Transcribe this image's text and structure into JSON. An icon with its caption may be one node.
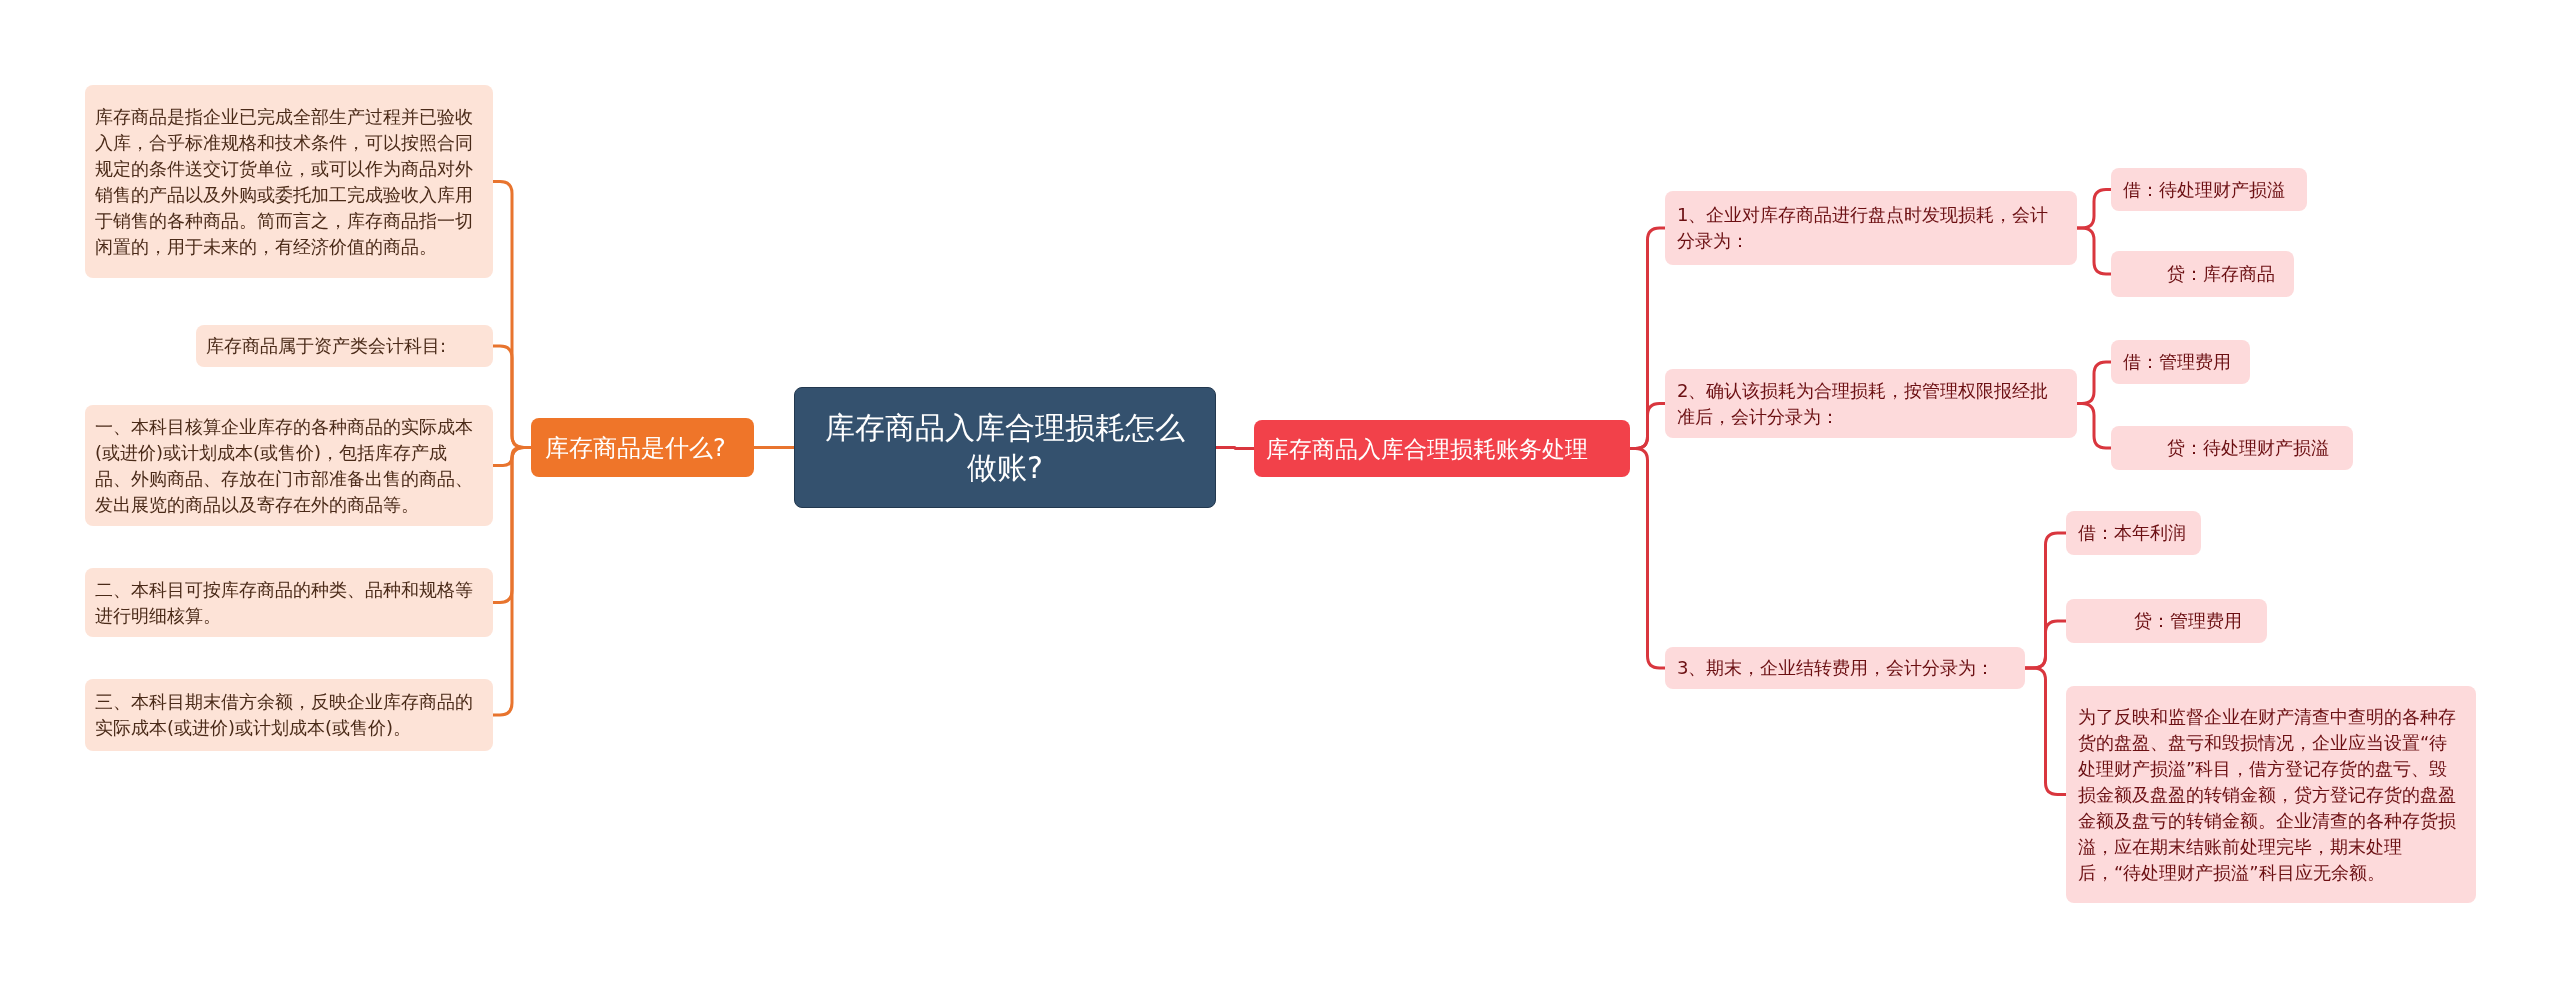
{
  "diagram": {
    "nodes": [
      {
        "text": [
          "库存商品入库合理损耗怎么做账?"
        ]
      },
      {
        "text": [
          "库存商品是什么?"
        ]
      },
      {
        "text": [
          "库存商品是指企业已完成全部生产过程并已验收入库，合乎标准规格和技术条件，可以按照合同规定的条件送交订货单位，或可以作为商品对外销售的产品以及外购或委托加工完成验收入库用于销售的各种商品。简而言之，库存商品指一切闲置的，用于未来的，有经济价值的商品。"
        ]
      },
      {
        "text": [
          "库存商品属于资产类会计科目:"
        ]
      },
      {
        "text": [
          "一、本科目核算企业库存的各种商品的实际成本(或进价)或计划成本(或售价)，包括库存产成品、外购商品、存放在门市部准备出售的商品、发出展览的商品以及寄存在外的商品等。"
        ]
      },
      {
        "text": [
          "二、本科目可按库存商品的种类、品种和规格等进行明细核算。"
        ]
      },
      {
        "text": [
          "三、本科目期末借方余额，反映企业库存商品的实际成本(或进价)或计划成本(或售价)。"
        ]
      },
      {
        "text": [
          "库存商品入库合理损耗账务处理"
        ]
      },
      {
        "text": [
          "1、企业对库存商品进行盘点时发现损耗，会计分录为："
        ]
      },
      {
        "text": [
          "借：待处理财产损溢"
        ]
      },
      {
        "text": [
          "贷：库存商品"
        ]
      },
      {
        "text": [
          "2、确认该损耗为合理损耗，按管理权限报经批准后，会计分录为："
        ]
      },
      {
        "text": [
          "借：管理费用"
        ]
      },
      {
        "text": [
          "贷：待处理财产损溢"
        ]
      },
      {
        "text": [
          "3、期末，企业结转费用，会计分录为："
        ]
      },
      {
        "text": [
          "借：本年利润"
        ]
      },
      {
        "text": [
          "贷：管理费用"
        ]
      },
      {
        "text": [
          "为了反映和监督企业在财产清查中查明的各种存货的盘盈、盘亏和毁损情况，企业应当设置“待处理财产损溢”科目，借方登记存货的盘亏、毁损金额及盘盈的转销金额，贷方登记存货的盘盈金额及盘亏的转销金额。企业清查的各种存货损溢，应在期末结账前处理完毕，期末处理后，“待处理财产损溢”科目应无余额。"
        ]
      }
    ],
    "edges": [
      {
        "from": 0,
        "to": 1,
        "arrow": "none",
        "color": "#e8742e"
      },
      {
        "from": 1,
        "to": 2,
        "arrow": "none",
        "color": "#e8742e"
      },
      {
        "from": 1,
        "to": 3,
        "arrow": "none",
        "color": "#e8742e"
      },
      {
        "from": 1,
        "to": 4,
        "arrow": "none",
        "color": "#e8742e"
      },
      {
        "from": 1,
        "to": 5,
        "arrow": "none",
        "color": "#e8742e"
      },
      {
        "from": 1,
        "to": 6,
        "arrow": "none",
        "color": "#e8742e"
      },
      {
        "from": 0,
        "to": 7,
        "arrow": "none"
      },
      {
        "from": 7,
        "to": 8,
        "arrow": "none"
      },
      {
        "from": 7,
        "to": 11,
        "arrow": "none"
      },
      {
        "from": 7,
        "to": 14,
        "arrow": "none"
      },
      {
        "from": 8,
        "to": 9,
        "arrow": "none"
      },
      {
        "from": 8,
        "to": 10,
        "arrow": "none"
      },
      {
        "from": 11,
        "to": 12,
        "arrow": "none"
      },
      {
        "from": 11,
        "to": 13,
        "arrow": "none"
      },
      {
        "from": 14,
        "to": 15,
        "arrow": "none"
      },
      {
        "from": 14,
        "to": 16,
        "arrow": "none"
      },
      {
        "from": 14,
        "to": 17,
        "arrow": "none"
      }
    ]
  }
}
